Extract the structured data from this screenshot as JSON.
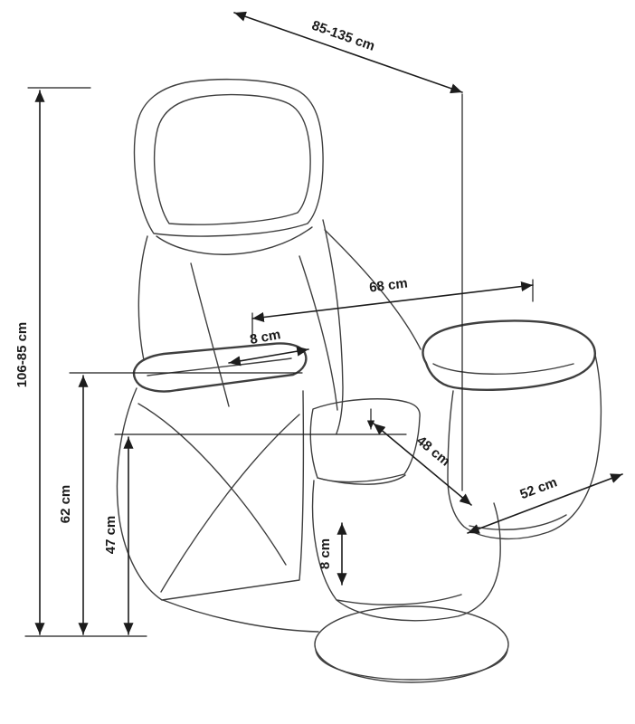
{
  "colors": {
    "background": "#ffffff",
    "chair_line": "#3f3f3f",
    "dimension_line": "#1c1c1c",
    "label_text": "#1a1a1a"
  },
  "dimensions": {
    "top_span": {
      "label": "85-135 cm"
    },
    "height_range": {
      "label": "106-85 cm"
    },
    "arm_height": {
      "label": "62 cm"
    },
    "seat_height": {
      "label": "47 cm"
    },
    "back_width": {
      "label": "68 cm"
    },
    "armrest_width": {
      "label": "8 cm"
    },
    "seat_depth": {
      "label": "48 cm"
    },
    "base_width": {
      "label": "52 cm"
    },
    "clearance": {
      "label": "8 cm"
    }
  }
}
